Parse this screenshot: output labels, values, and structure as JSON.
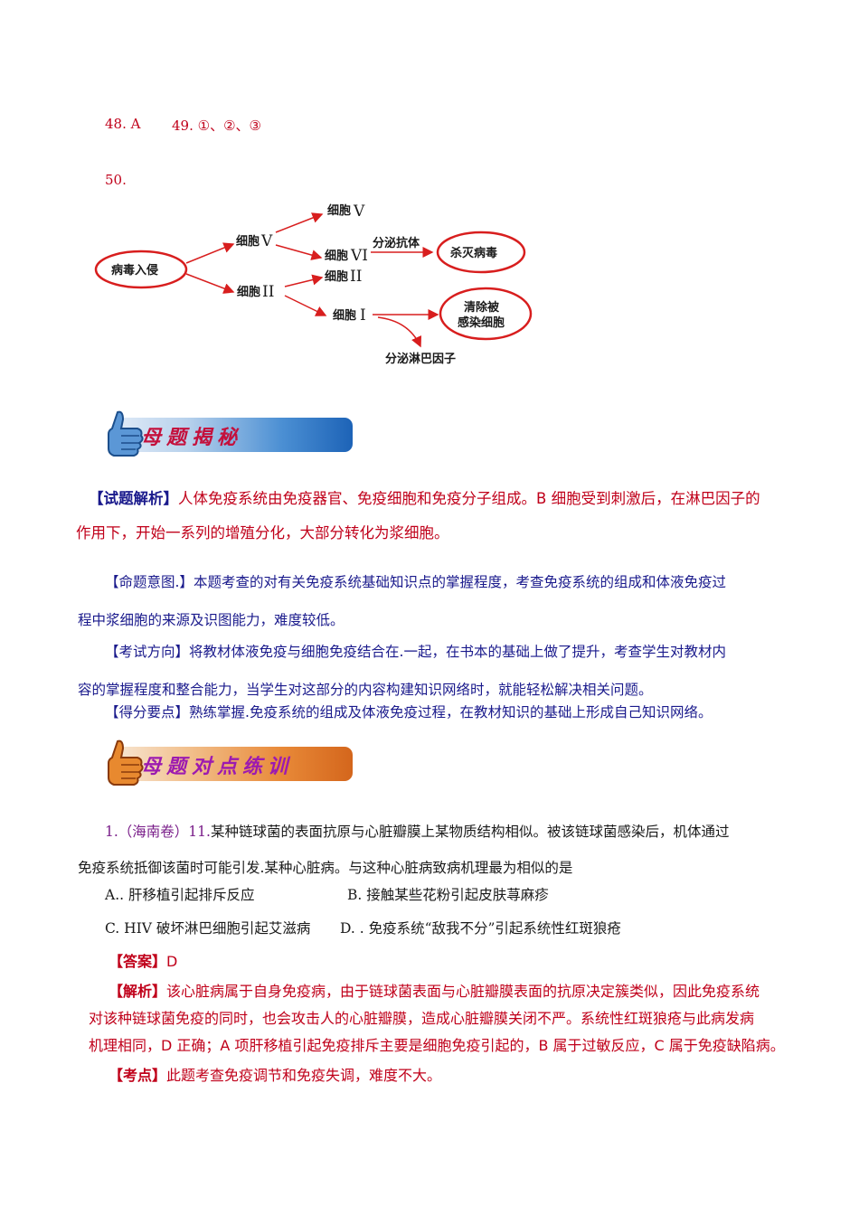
{
  "answers": {
    "a48": "48. A",
    "a49": "49. ①、②、③",
    "a50": "50."
  },
  "diagram": {
    "start": "病毒入侵",
    "cell_v_branch": "细胞",
    "cell_v_numeral": "V",
    "cell_ii_branch": "细胞",
    "cell_ii_numeral": "II",
    "cell_v_top": "细胞",
    "cell_v_top_numeral": "V",
    "cell_vi": "细胞",
    "cell_vi_numeral": "VI",
    "secrete_antibody": "分泌抗体",
    "kill_virus": "杀灭病毒",
    "cell_ii_right": "细胞",
    "cell_ii_right_numeral": "II",
    "cell_i": "细胞",
    "cell_i_numeral": "I",
    "clear_line1": "清除被",
    "clear_line2": "感染细胞",
    "secrete_lymph": "分泌淋巴因子"
  },
  "banner1": {
    "title": "母题揭秘"
  },
  "analysis": {
    "label": "【试题解析】",
    "text1": "人体免疫系统由免疫器官、免疫细胞和免疫分子组成。B 细胞受到刺激后，在淋巴因子的",
    "text2": "作用下，开始一系列的增殖分化，大部分转化为浆细胞。"
  },
  "intent": {
    "label": "【命题意图.】",
    "text1": "本题考查的对有关免疫系统基础知识点的掌握程度，考查免疫系统的组成和体液免疫过",
    "text2": "程中浆细胞的来源及识图能力，难度较低。"
  },
  "direction": {
    "label": "【考试方向】",
    "text1": "将教材体液免疫与细胞免疫结合在.一起，在书本的基础上做了提升，考查学生对教材内",
    "text2": "容的掌握程度和整合能力，当学生对这部分的内容构建知识网络时，就能轻松解决相关问题。"
  },
  "scoring": {
    "label": "【得分要点】",
    "text": "熟练掌握.免疫系统的组成及体液免疫过程，在教材知识的基础上形成自己知识网络。"
  },
  "banner2": {
    "title": "母题对点练训"
  },
  "question": {
    "number": "1.",
    "source": "（海南卷）11.",
    "text1": "某种链球菌的表面抗原与心脏瓣膜上某物质结构相似。被该链球菌感染后，机体通过",
    "text2": "免疫系统抵御该菌时可能引发.某种心脏病。与这种心脏病致病机理最为相似的是",
    "option_a": "A.. 肝移植引起排斥反应",
    "option_b": "B. 接触某些花粉引起皮肤荨麻疹",
    "option_c": "C. HIV 破坏淋巴细胞引起艾滋病",
    "option_d": "D. . 免疫系统“敌我不分”引起系统性红斑狼疮"
  },
  "answer": {
    "label": "【答案】",
    "value": "D"
  },
  "explain": {
    "label": "【解析】",
    "text1": "该心脏病属于自身免疫病，由于链球菌表面与心脏瓣膜表面的抗原决定簇类似，因此免疫系统",
    "text2": "对该种链球菌免疫的同时，也会攻击人的心脏瓣膜，造成心脏瓣膜关闭不严。系统性红斑狼疮与此病发病",
    "text3": "机理相同，D 正确；A 项肝移植引起免疫排斥主要是细胞免疫引起的，B 属于过敏反应，C 属于免疫缺陷病。"
  },
  "point": {
    "label": "【考点】",
    "text": "此题考查免疫调节和免疫失调，难度不大。"
  }
}
